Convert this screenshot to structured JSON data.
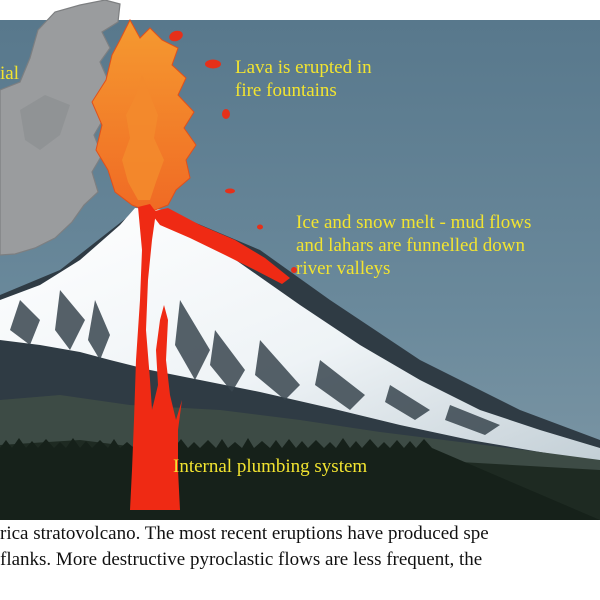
{
  "labels": {
    "partial_left": "ial",
    "lava": [
      "Lava is erupted in",
      "fire fountains"
    ],
    "ice": [
      "Ice and snow melt - mud flows",
      "and lahars are funnelled down",
      "river valleys"
    ],
    "plumbing": "Internal plumbing system"
  },
  "caption": [
    "rica stratovolcano.  The most recent eruptions have produced spe",
    "flanks.  More destructive pyroclastic flows are less frequent, the"
  ],
  "colors": {
    "label_text": "#f2e430",
    "magma": "#ef2a14",
    "fountain_outer": "#f5822a",
    "fountain_inner": "#f3a038",
    "ash_cloud": "#9a9c9e",
    "sky": "#5f7f92",
    "caption_text": "#111111"
  }
}
